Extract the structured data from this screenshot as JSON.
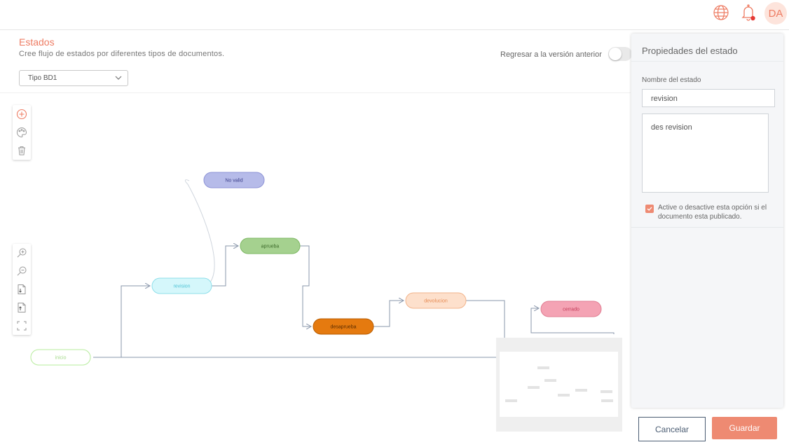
{
  "header": {
    "avatar_initials": "DA",
    "icons": [
      "globe-icon",
      "bell-icon"
    ],
    "notification_color": "#e53935"
  },
  "page": {
    "title": "Estados",
    "subtitle": "Cree flujo de estados por diferentes tipos de documentos.",
    "document_type_selected": "Tipo BD1",
    "toggle_label": "Regresar a la versión anterior",
    "toggle_on": false
  },
  "toolbox_top": [
    "add-icon",
    "palette-icon",
    "trash-icon"
  ],
  "toolbox_zoom": [
    "zoom-in-icon",
    "zoom-out-icon",
    "import-icon",
    "export-icon",
    "fit-screen-icon"
  ],
  "states": [
    {
      "id": "inicio",
      "label": "inicio",
      "fill": "#ffffff",
      "stroke": "#b7ec9d",
      "text": "#a5d98b"
    },
    {
      "id": "revision",
      "label": "revision",
      "fill": "#d5f7fb",
      "stroke": "#8fdfea",
      "text": "#4fc3d5"
    },
    {
      "id": "novalid",
      "label": "No valid",
      "fill": "#b6bbe9",
      "stroke": "#8d93d6",
      "text": "#3b3f8a"
    },
    {
      "id": "aprueba",
      "label": "aprueba",
      "fill": "#a5d18f",
      "stroke": "#7db863",
      "text": "#3d6b2b"
    },
    {
      "id": "desaprueba",
      "label": "desaprueba",
      "fill": "#e57a0f",
      "stroke": "#b85e04",
      "text": "#5a2c00"
    },
    {
      "id": "devolucion",
      "label": "devolucion",
      "fill": "#fde0cc",
      "stroke": "#f2b48c",
      "text": "#e68a52"
    },
    {
      "id": "cerrado",
      "label": "cerrado",
      "fill": "#f4a3b4",
      "stroke": "#e07d92",
      "text": "#c23b58"
    }
  ],
  "properties": {
    "title": "Propiedades del estado",
    "name_label": "Nombre del estado",
    "name_value": "revision",
    "description_value": "des revision",
    "published_checked": true,
    "published_label": "Active o desactive esta opción si el documento esta publicado."
  },
  "buttons": {
    "cancel": "Cancelar",
    "save": "Guardar"
  },
  "colors": {
    "accent": "#ee7c63",
    "primary_button": "#ee8a72",
    "cancel_border": "#4b5d73"
  }
}
